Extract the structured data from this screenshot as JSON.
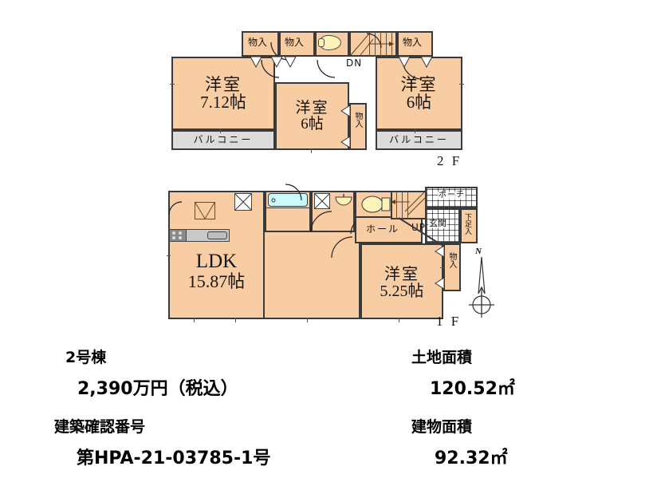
{
  "document": {
    "type": "real-estate-floor-plan",
    "unit_label": "2号棟"
  },
  "floors": [
    {
      "id": "2F",
      "caption": "2 F",
      "rooms": [
        {
          "name": "洋室",
          "size": "7.12帖"
        },
        {
          "name": "洋室",
          "size": "6帖"
        },
        {
          "name": "洋室",
          "size": "6帖"
        }
      ],
      "balconies": [
        "バルコニー",
        "バルコニー"
      ],
      "closets": [
        "物入",
        "物入",
        "物入",
        "物入"
      ],
      "stairs_label": "DN"
    },
    {
      "id": "1F",
      "caption": "1 F",
      "rooms": [
        {
          "name": "LDK",
          "size": "15.87帖"
        },
        {
          "name": "洋室",
          "size": "5.25帖"
        }
      ],
      "spaces": [
        "ホール",
        "玄関",
        "ポーチ",
        "下足入",
        "物入"
      ],
      "stairs_label": "UP"
    }
  ],
  "compass": {
    "north_label": "N"
  },
  "info": {
    "building_no_label": "2号棟",
    "price": "2,390万円（税込）",
    "land_area_label": "土地面積",
    "land_area_value": "120.52㎡",
    "confirmation_no_label": "建築確認番号",
    "confirmation_no_value": "第HPA-21-03785-1号",
    "building_area_label": "建物面積",
    "building_area_value": "92.32㎡"
  },
  "colors": {
    "room_fill": "#f9cda4",
    "wet_fill": "#c9fbfb",
    "closet_fill": "#fdfbda",
    "balcony_fill": "#dcdcdc",
    "stair_fill": "#f6c08f",
    "wall": "#3a3a3a"
  }
}
